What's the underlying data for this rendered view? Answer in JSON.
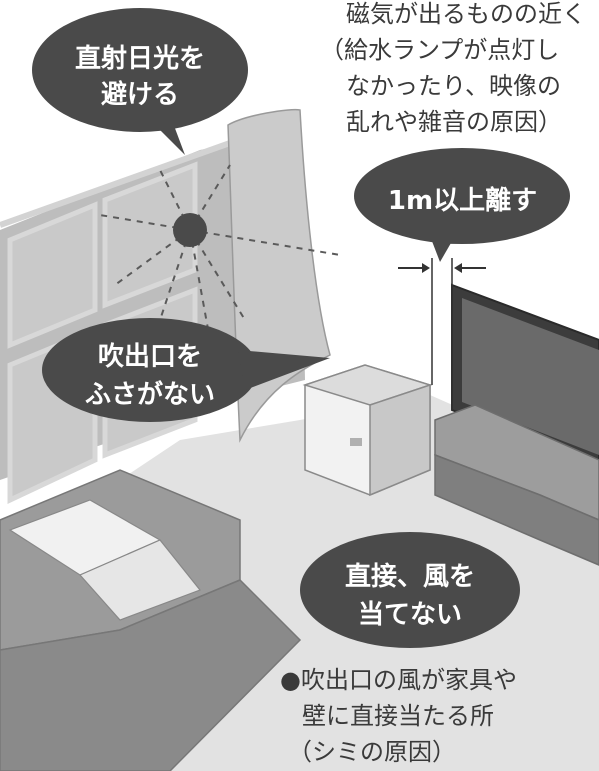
{
  "colors": {
    "bubble": "#4a4a4a",
    "wall": "#b9b9b9",
    "floor": "#e3e3e3",
    "text": "#3a3a3a"
  },
  "notes": {
    "top_right": {
      "line1": "磁気が出るものの近く",
      "line2": "（給水ランプが点灯し",
      "line3": "なかったり、映像の",
      "line4": "乱れや雑音の原因）"
    },
    "bottom": {
      "line1": "●吹出口の風が家具や",
      "line2": "壁に直接当たる所",
      "line3": "（シミの原因）"
    }
  },
  "bubbles": {
    "sun": {
      "line1": "直射日光を",
      "line2": "避ける"
    },
    "distance": {
      "line1": "1m以上離す"
    },
    "outlet": {
      "line1": "吹出口を",
      "line2": "ふさがない"
    },
    "wind": {
      "line1": "直接、風を",
      "line2": "当てない"
    }
  },
  "icons": [
    "sun-icon",
    "distance-arrow-left-icon",
    "distance-arrow-right-icon"
  ]
}
